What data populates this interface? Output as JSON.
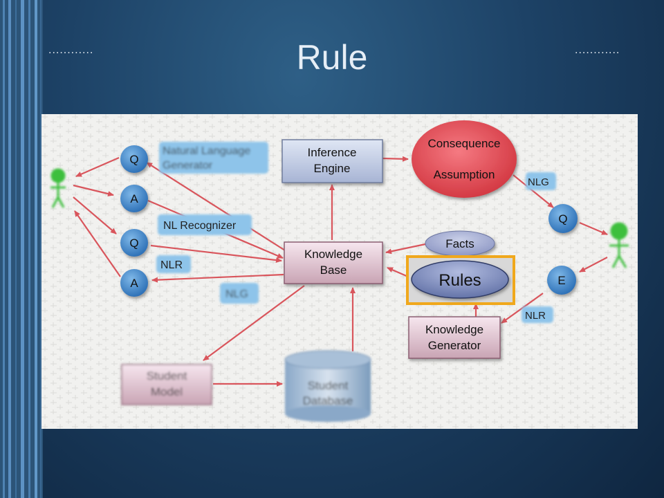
{
  "slide": {
    "title": "Rule",
    "dots_left": "............",
    "dots_right": "............"
  },
  "diagram": {
    "left_nodes": [
      "Q",
      "A",
      "Q",
      "A"
    ],
    "right_nodes": [
      "Q",
      "E"
    ],
    "labels": {
      "nl_generator_line1": "Natural Language",
      "nl_generator_line2": "Generator",
      "nl_recognizer": "NL Recognizer",
      "nlr_left": "NLR",
      "nlg_left": "NLG",
      "nlg_right": "NLG",
      "nlr_right": "NLR"
    },
    "boxes": {
      "inference_engine_line1": "Inference",
      "inference_engine_line2": "Engine",
      "knowledge_base_line1": "Knowledge",
      "knowledge_base_line2": "Base",
      "knowledge_generator_line1": "Knowledge",
      "knowledge_generator_line2": "Generator",
      "student_model_line1": "Student",
      "student_model_line2": "Model",
      "student_database_line1": "Student",
      "student_database_line2": "Database"
    },
    "ellipses": {
      "consequence": "Consequence",
      "assumption": "Assumption",
      "facts": "Facts",
      "rules": "Rules"
    },
    "colors": {
      "arrow": "#d9555c",
      "highlight": "#f0a81c",
      "circle_node": "#4a8fd0",
      "label_bg": "#8ec4ea",
      "stick_figure": "#3cbf3c",
      "consequence_fill": "#e8505a",
      "rules_fill": "#6f7fb0"
    }
  }
}
